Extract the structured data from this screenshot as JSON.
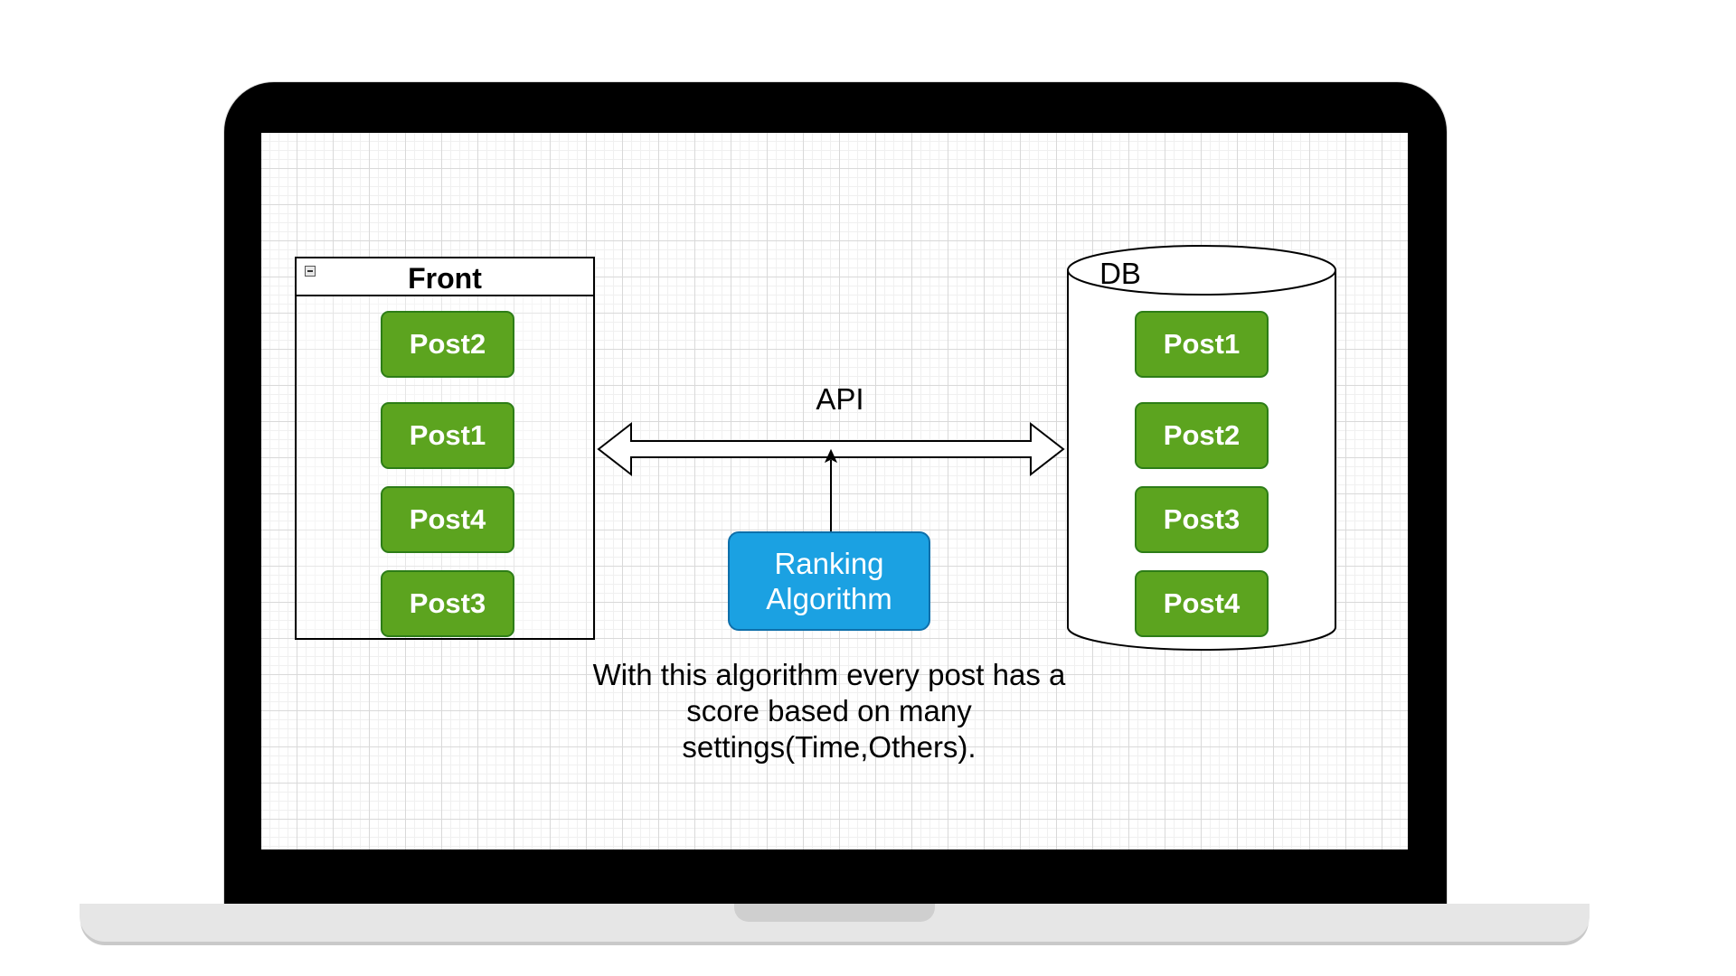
{
  "front": {
    "title": "Front",
    "posts": [
      "Post2",
      "Post1",
      "Post4",
      "Post3"
    ]
  },
  "db": {
    "title": "DB",
    "posts": [
      "Post1",
      "Post2",
      "Post3",
      "Post4"
    ]
  },
  "api": {
    "label": "API"
  },
  "ranking": {
    "line1": "Ranking",
    "line2": "Algorithm"
  },
  "caption": {
    "line1": "With this algorithm every post has a",
    "line2": "score based on many",
    "line3": "settings(Time,Others)."
  },
  "colors": {
    "post_fill": "#5ca41f",
    "post_border": "#2d7d17",
    "ranking_fill": "#1ba1e2",
    "ranking_border": "#0e6faa"
  }
}
